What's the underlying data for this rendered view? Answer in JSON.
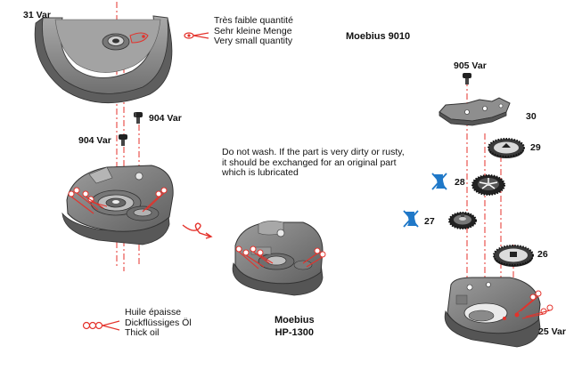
{
  "parts": {
    "p31": "31 Var",
    "p904a": "904 Var",
    "p904b": "904 Var",
    "p905": "905 Var",
    "p30": "30",
    "p29": "29",
    "p28": "28",
    "p27": "27",
    "p26": "26",
    "p25": "25 Var"
  },
  "oil_small": [
    "Très faible quantité",
    "Sehr kleine Menge",
    "Very small quantity"
  ],
  "oil_thick": [
    "Huile épaisse",
    "Dickflüssiges Öl",
    "Thick oil"
  ],
  "oil_product_top": "Moebius 9010",
  "oil_product_bottom": [
    "Moebius",
    "HP-1300"
  ],
  "wash_note": [
    "Do not wash. If the part is very dirty or rusty,",
    "it should be exchanged for an original part",
    "which is lubricated"
  ],
  "colors": {
    "part_fill": "#8a8a8a",
    "part_dark": "#5a5a5a",
    "part_light": "#b8b8b8",
    "oil_red": "#e4322b",
    "no_wash_blue": "#1f78c8"
  },
  "icons": [
    "oil-drop-icon",
    "oil-drops-icon",
    "do-not-wash-icon",
    "screw-icon"
  ]
}
